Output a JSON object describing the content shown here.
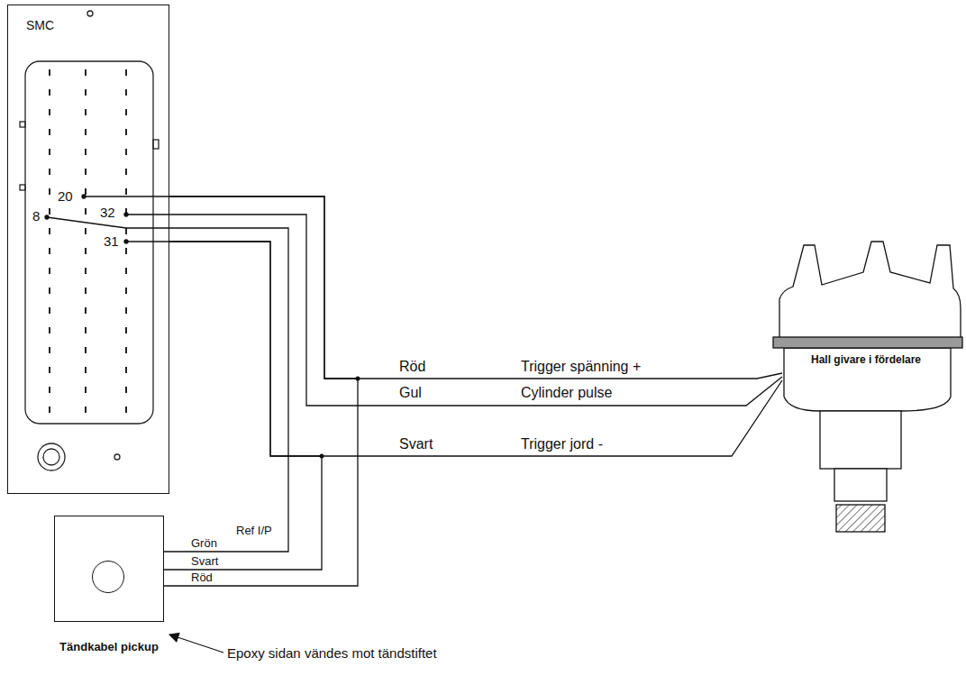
{
  "diagram": {
    "nodes": [
      {
        "text": [
          "SMC"
        ]
      },
      {
        "text": [
          "Hall givare i fördelare"
        ]
      },
      {
        "text": [
          "Tändkabel pickup"
        ]
      }
    ],
    "edges": [
      {
        "from": 0,
        "to": 1,
        "label": "Röd",
        "arrow": "none"
      },
      {
        "from": 0,
        "to": 1,
        "label": "Gul",
        "arrow": "none"
      },
      {
        "from": 0,
        "to": 1,
        "label": "Svart",
        "arrow": "none"
      },
      {
        "from": 2,
        "to": 0,
        "label": "Grön",
        "arrow": "none"
      },
      {
        "from": 2,
        "to": 0,
        "label": "Svart",
        "arrow": "none"
      },
      {
        "from": 2,
        "to": 0,
        "label": "Röd",
        "arrow": "none"
      }
    ],
    "labels": [
      "20",
      "8",
      "32",
      "31",
      "Trigger spänning +",
      "Cylinder pulse",
      "Trigger jord -",
      "Ref I/P",
      "Epoxy sidan vändes mot tändstiftet"
    ]
  }
}
